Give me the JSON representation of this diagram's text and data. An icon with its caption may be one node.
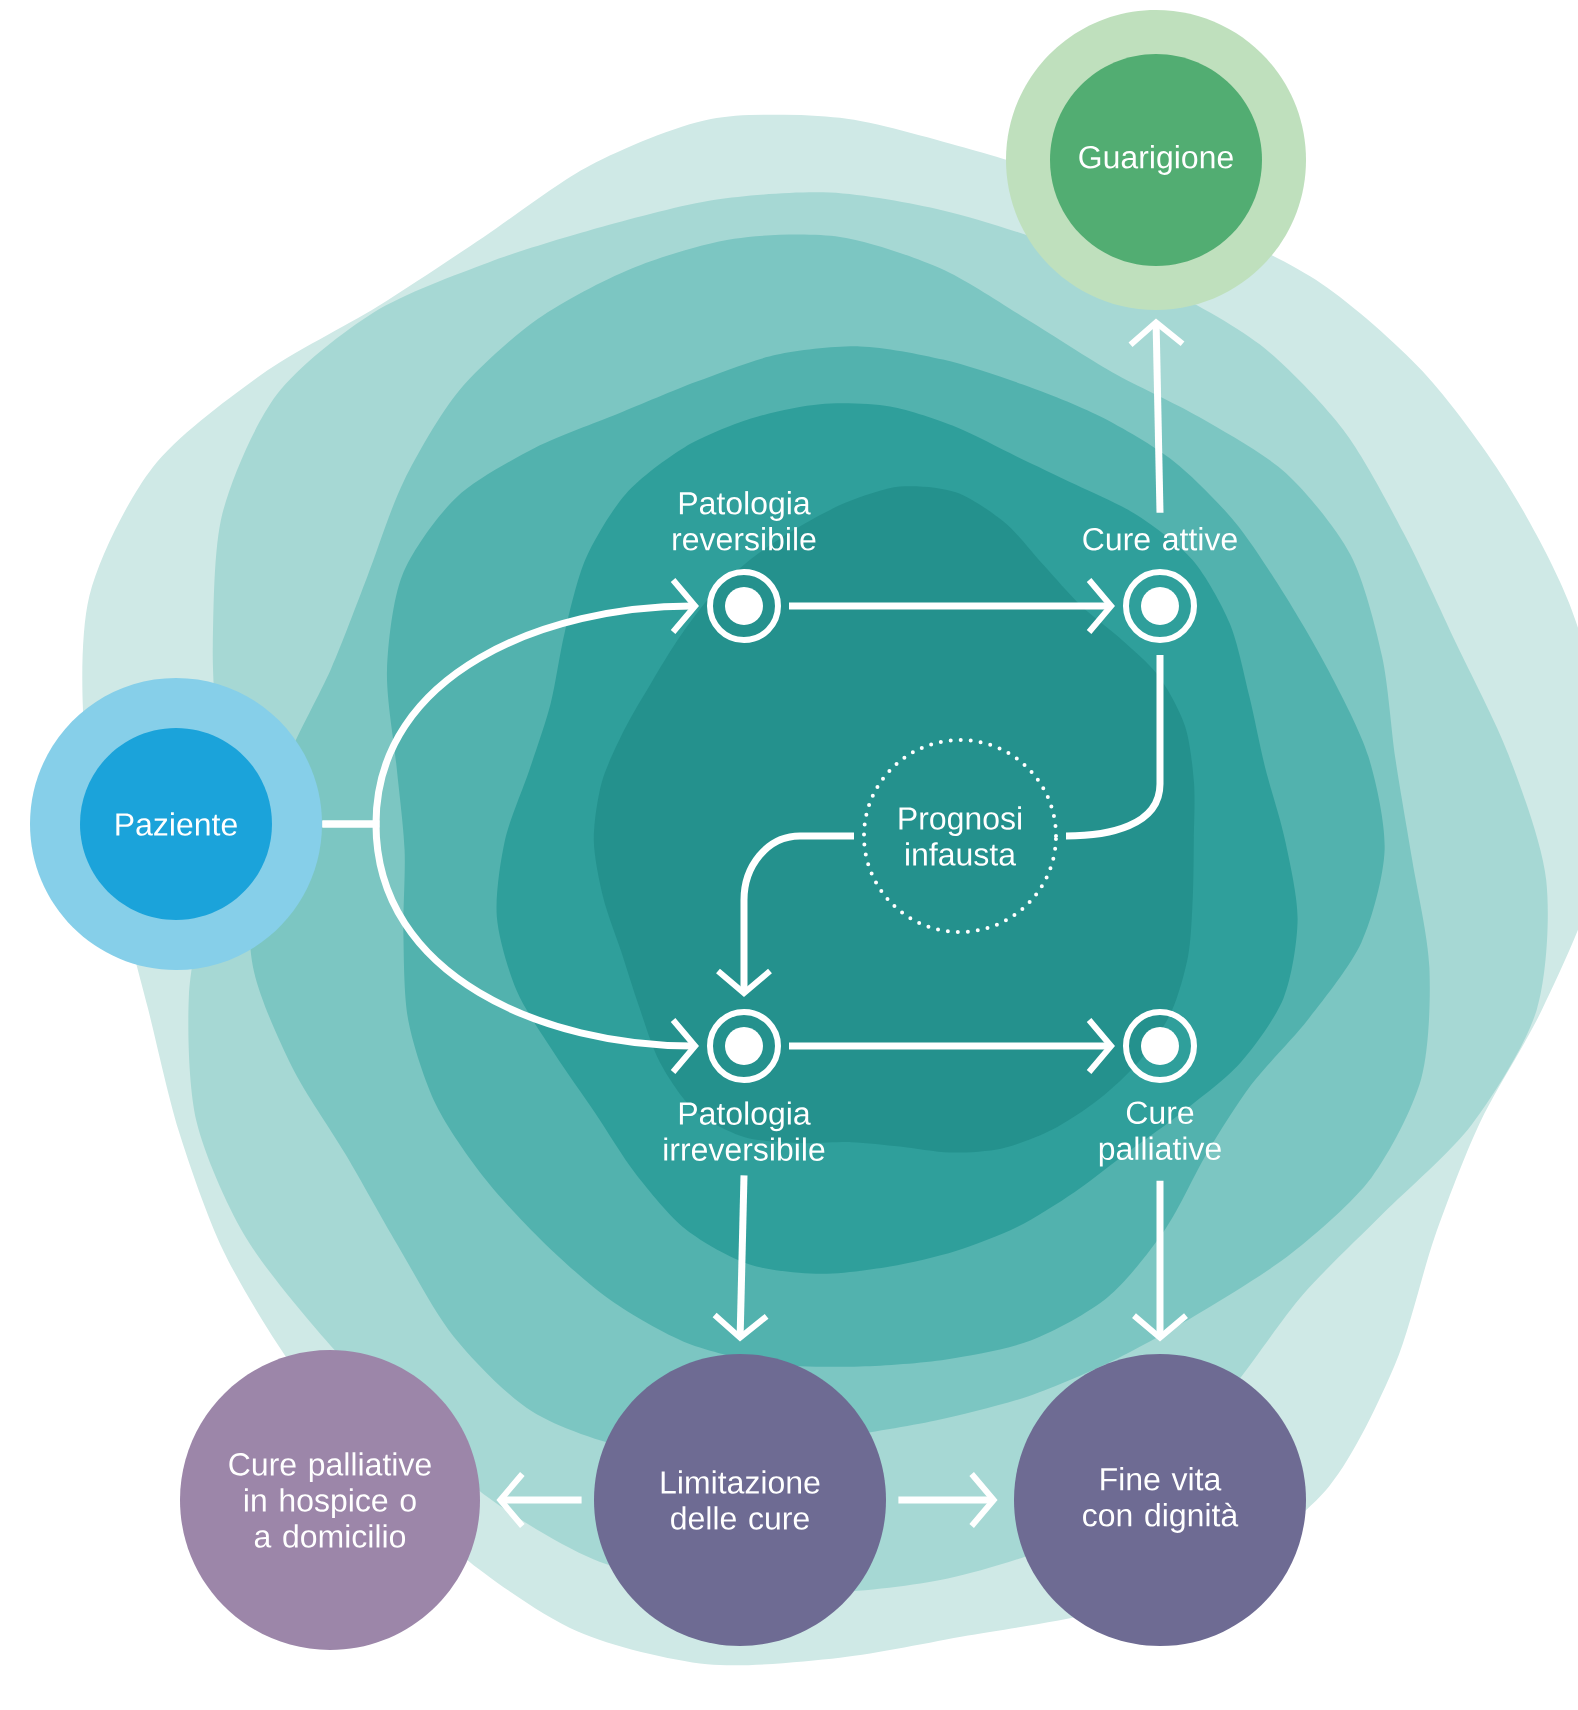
{
  "diagram": {
    "nodes": [
      {
        "text": [
          "Guarigione"
        ]
      },
      {
        "text": [
          "Paziente"
        ]
      },
      {
        "text": [
          "Patologia reversibile"
        ]
      },
      {
        "text": [
          "Cure attive"
        ]
      },
      {
        "text": [
          "Prognosi infausta"
        ]
      },
      {
        "text": [
          "Patologia irreversibile"
        ]
      },
      {
        "text": [
          "Cure palliative"
        ]
      },
      {
        "text": [
          "Cure palliative in hospice o a domicilio"
        ]
      },
      {
        "text": [
          "Limitazione delle cure"
        ]
      },
      {
        "text": [
          "Fine vita con dignità"
        ]
      }
    ],
    "edges": [
      {
        "from": 1,
        "to": 2,
        "arrow": "to"
      },
      {
        "from": 1,
        "to": 5,
        "arrow": "to"
      },
      {
        "from": 2,
        "to": 3,
        "arrow": "to"
      },
      {
        "from": 3,
        "to": 0,
        "arrow": "to"
      },
      {
        "from": 3,
        "to": 4,
        "arrow": "none"
      },
      {
        "from": 4,
        "to": 5,
        "arrow": "to"
      },
      {
        "from": 5,
        "to": 6,
        "arrow": "to"
      },
      {
        "from": 5,
        "to": 8,
        "arrow": "to"
      },
      {
        "from": 6,
        "to": 9,
        "arrow": "to"
      },
      {
        "from": 8,
        "to": 7,
        "arrow": "to"
      },
      {
        "from": 8,
        "to": 9,
        "arrow": "to"
      }
    ]
  }
}
